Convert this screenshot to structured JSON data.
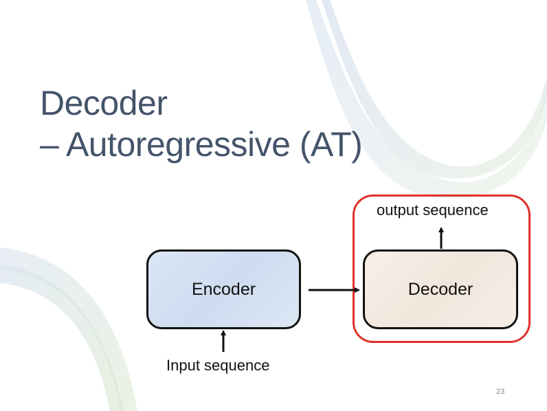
{
  "slide": {
    "title_line1": "Decoder",
    "title_line2": "– Autoregressive (AT)",
    "page_number": "23"
  },
  "diagram": {
    "encoder_label": "Encoder",
    "decoder_label": "Decoder",
    "input_label": "Input sequence",
    "output_label": "output sequence",
    "highlight_color": "#e0312a",
    "title_color": "#44546a"
  }
}
